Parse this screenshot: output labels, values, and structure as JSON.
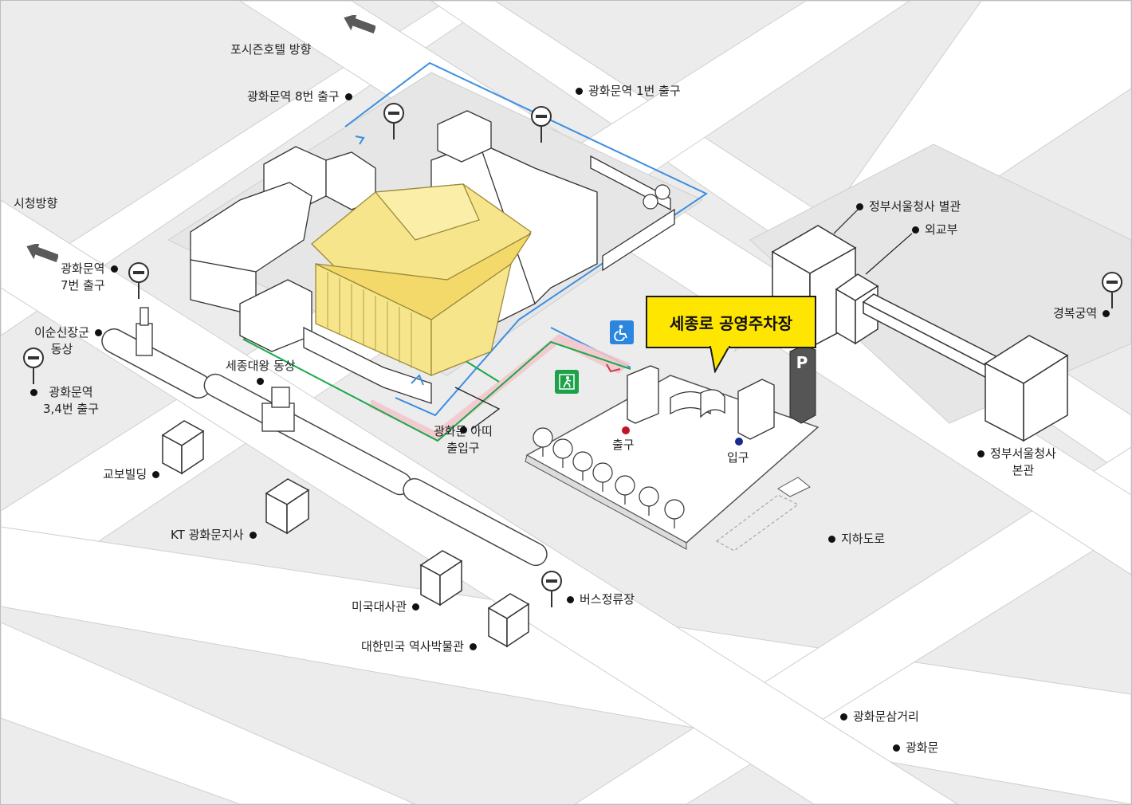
{
  "parking_callout": "세종로 공영주차장",
  "labels": {
    "four_seasons": "포시즌호텔 방향",
    "gwanghwamun_exit8": "광화문역 8번 출구",
    "gwanghwamun_exit1": "광화문역 1번 출구",
    "city_hall": "시청방향",
    "gwanghwamun_exit7_line1": "광화문역",
    "gwanghwamun_exit7_line2": "7번 출구",
    "yi_sun_sin_line1": "이순신장군",
    "yi_sun_sin_line2": "동상",
    "gwanghwamun_exit34_line1": "광화문역",
    "gwanghwamun_exit34_line2": "3,4번 출구",
    "sejong_statue": "세종대왕 동상",
    "kyobo": "교보빌딩",
    "kt": "KT 광화문지사",
    "us_embassy": "미국대사관",
    "history_museum": "대한민국 역사박물관",
    "bus_stop": "버스정류장",
    "gov_annex": "정부서울청사 별관",
    "foreign_ministry": "외교부",
    "gyeongbokgung": "경복궁역",
    "gov_main_line1": "정부서울청사",
    "gov_main_line2": "본관",
    "underpass": "지하도로",
    "intersection": "광화문삼거리",
    "gwanghwamun_gate": "광화문",
    "atti_line1": "광화문 아띠",
    "atti_line2": "출입구",
    "parking_exit": "출구",
    "parking_entrance": "입구",
    "parking_sign": "P"
  },
  "colors": {
    "road": "#ffffff",
    "block": "#ececec",
    "highlight_building": "#f7e58c",
    "blue_route": "#3b8fe0",
    "green_route": "#1aa84a",
    "red_route": "#d23a4a",
    "exit_dot": "#c0142b",
    "entrance_dot": "#1a2a8c",
    "callout_fill": "#ffe600",
    "accessible_badge": "#2b86e0",
    "emergency_badge": "#1da24a"
  },
  "icons": [
    "left-arrow-icon",
    "subway-sign-icon",
    "accessible-icon",
    "emergency-exit-icon",
    "parking-sign-icon",
    "tree-icon"
  ]
}
